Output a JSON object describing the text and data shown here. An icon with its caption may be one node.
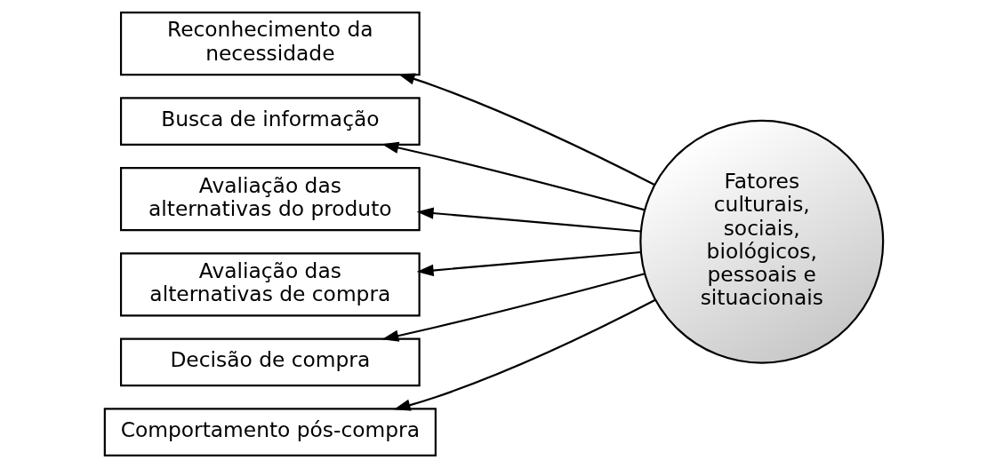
{
  "diagram": {
    "nodes": [
      {
        "text": [
          "Reconhecimento da necessidade"
        ]
      },
      {
        "text": [
          "Busca de informação"
        ]
      },
      {
        "text": [
          "Avaliação das alternativas do produto"
        ]
      },
      {
        "text": [
          "Avaliação das alternativas de compra"
        ]
      },
      {
        "text": [
          "Decisão de compra"
        ]
      },
      {
        "text": [
          "Comportamento pós-compra"
        ]
      },
      {
        "text": [
          "Fatores culturais, sociais, biológicos, pessoais e situacionais"
        ]
      }
    ],
    "edges": [
      {
        "from": 6,
        "to": 0,
        "arrow": "to"
      },
      {
        "from": 6,
        "to": 1,
        "arrow": "to"
      },
      {
        "from": 6,
        "to": 2,
        "arrow": "to"
      },
      {
        "from": 6,
        "to": 3,
        "arrow": "to"
      },
      {
        "from": 6,
        "to": 4,
        "arrow": "to"
      },
      {
        "from": 6,
        "to": 5,
        "arrow": "to"
      }
    ]
  }
}
